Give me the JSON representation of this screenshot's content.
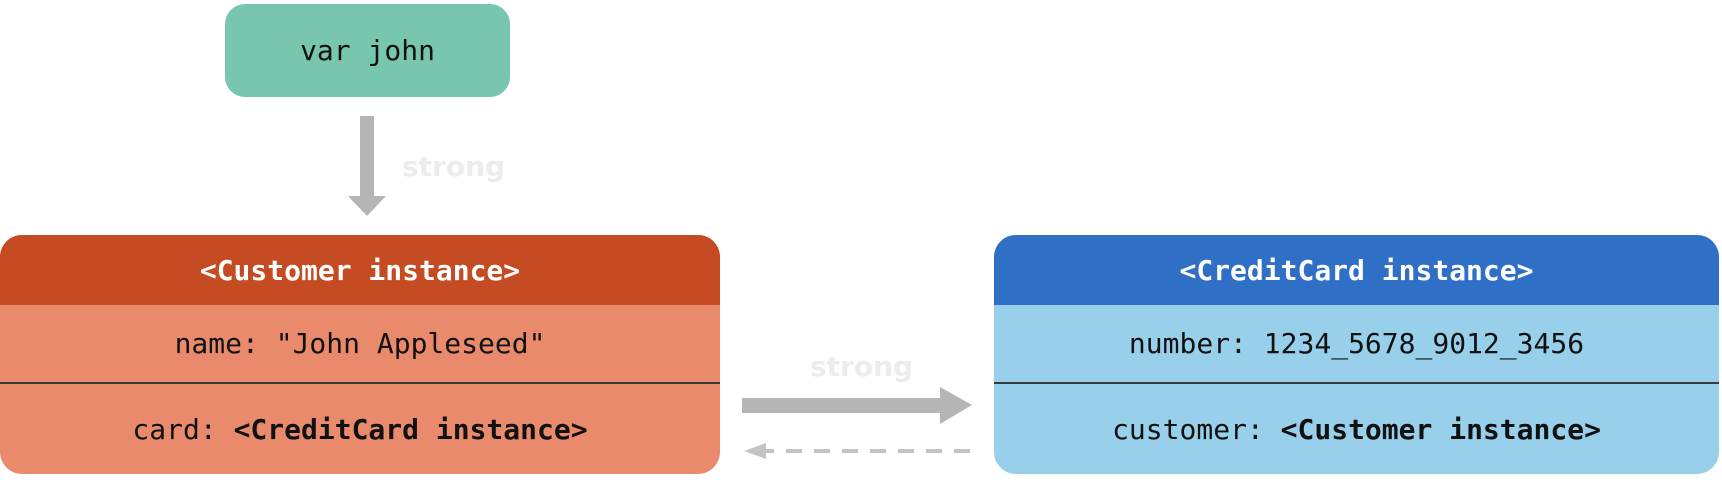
{
  "variable": {
    "label": "var john"
  },
  "references": {
    "john_to_customer": "strong",
    "customer_to_card": "strong"
  },
  "customer": {
    "title": "<Customer instance>",
    "name_key": "name:",
    "name_value": "\"John Appleseed\"",
    "card_key": "card:",
    "card_value": "<CreditCard instance>"
  },
  "credit_card": {
    "title": "<CreditCard instance>",
    "number_key": "number:",
    "number_value": "1234_5678_9012_3456",
    "customer_key": "customer:",
    "customer_value": "<Customer instance>"
  },
  "colors": {
    "variable": "#78c6b0",
    "customer_header": "#c54b23",
    "customer_body": "#e98a6c",
    "card_header": "#2f6fc5",
    "card_body": "#98cfea",
    "arrow": "#b5b5b5",
    "strong_label": "#ececec"
  }
}
